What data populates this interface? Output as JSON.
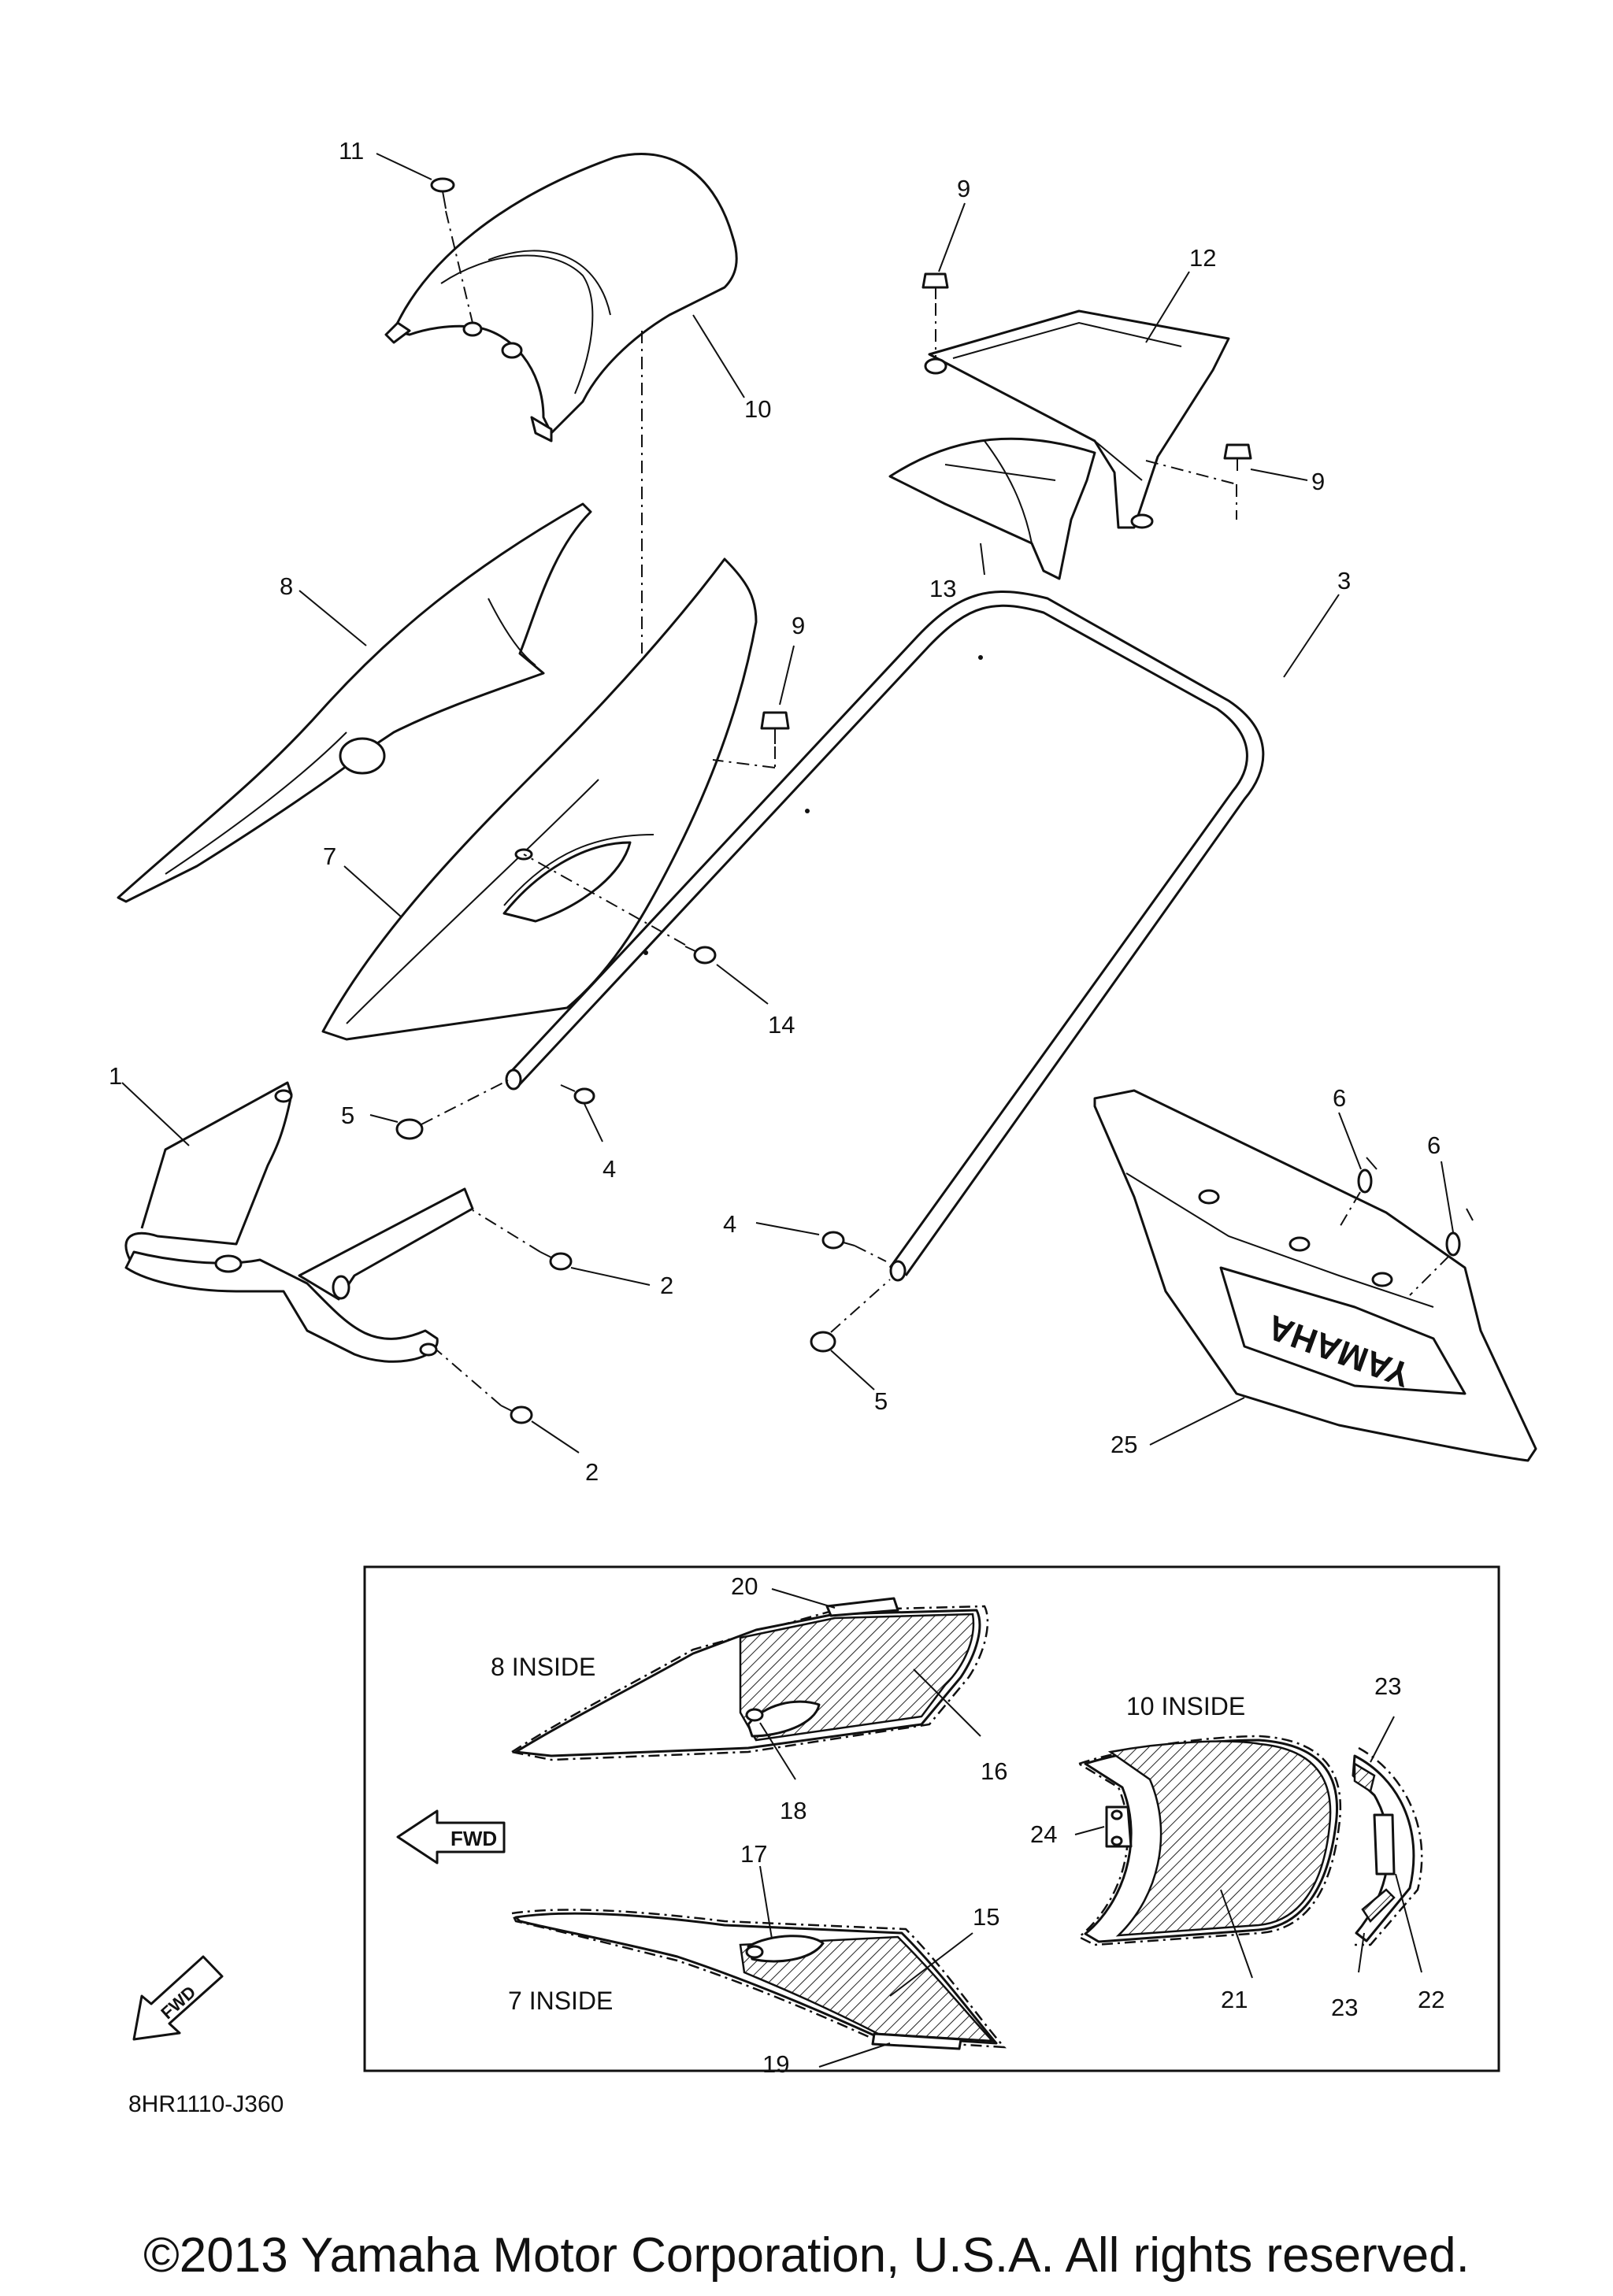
{
  "diagram": {
    "callouts": {
      "c1": "1",
      "c2a": "2",
      "c2b": "2",
      "c3": "3",
      "c4a": "4",
      "c4b": "4",
      "c5a": "5",
      "c5b": "5",
      "c6a": "6",
      "c6b": "6",
      "c7": "7",
      "c8": "8",
      "c9a": "9",
      "c9b": "9",
      "c9c": "9",
      "c10": "10",
      "c11": "11",
      "c12": "12",
      "c13": "13",
      "c14": "14",
      "c15": "15",
      "c16": "16",
      "c17": "17",
      "c18": "18",
      "c19": "19",
      "c20": "20",
      "c21": "21",
      "c22": "22",
      "c23a": "23",
      "c23b": "23",
      "c24": "24",
      "c25": "25"
    },
    "inset_labels": {
      "inside_8": "8 INSIDE",
      "inside_10": "10 INSIDE",
      "inside_7": "7 INSIDE"
    },
    "fwd_label": "FWD",
    "fwd_label_small": "FWD",
    "emblem_text": "YAMAHA",
    "diagram_code": "8HR1110-J360"
  },
  "footer": {
    "copyright": "©2013 Yamaha Motor Corporation, U.S.A. All rights reserved."
  }
}
